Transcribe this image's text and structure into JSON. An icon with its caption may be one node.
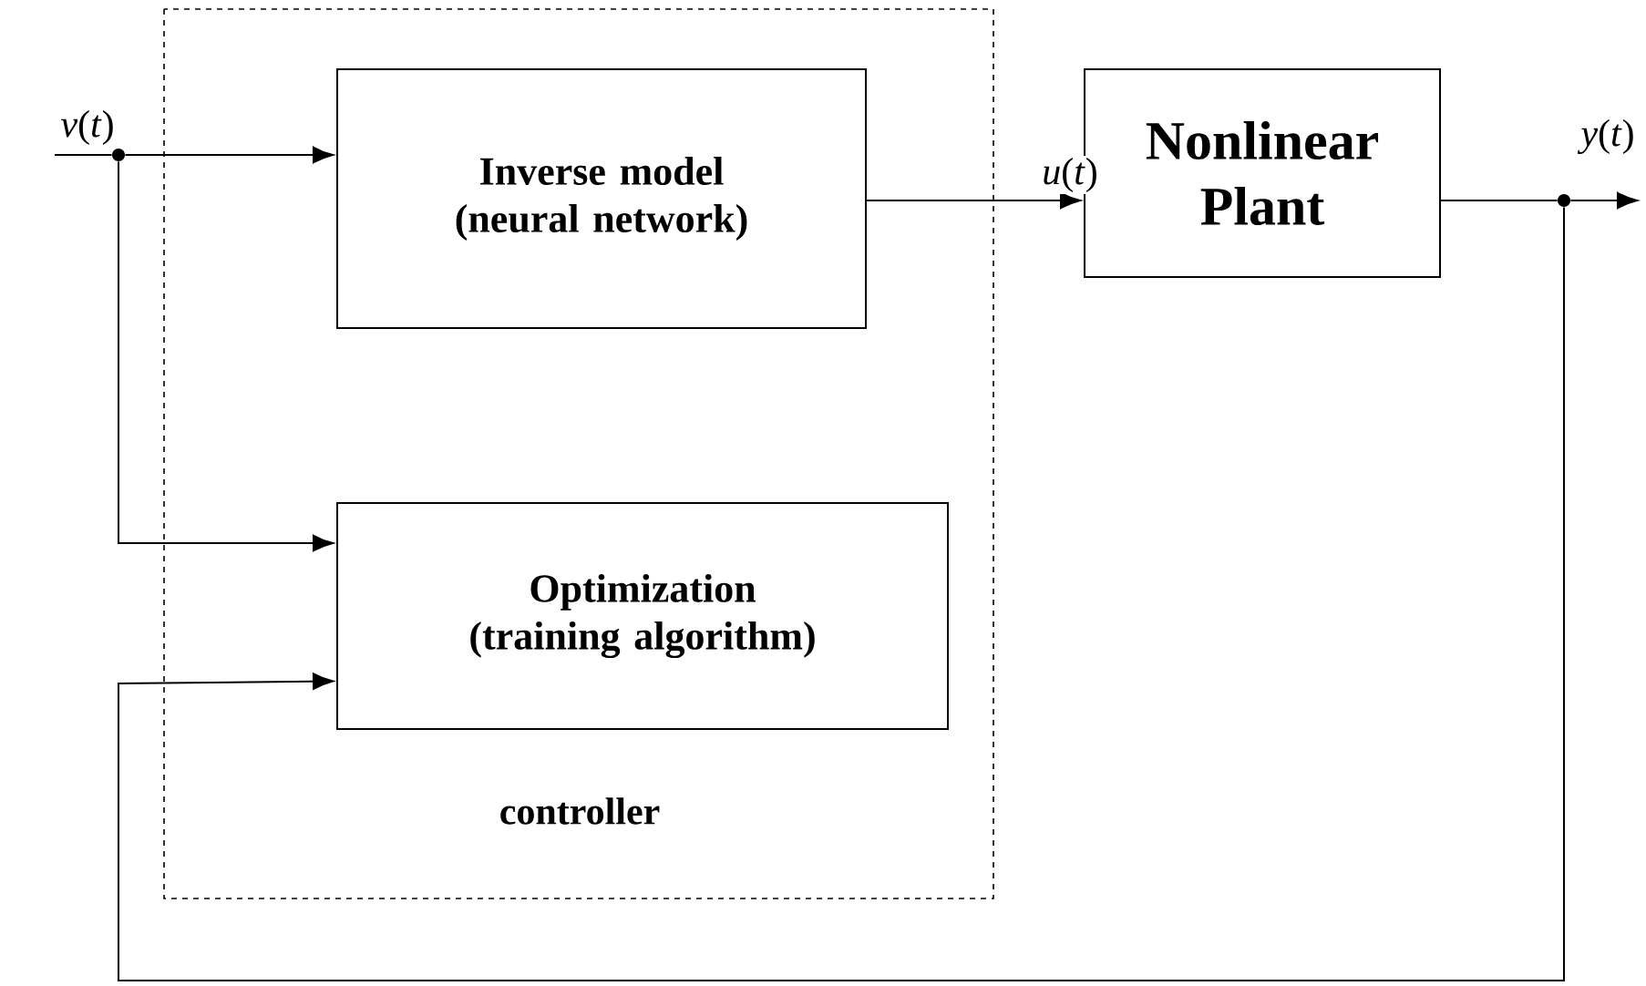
{
  "diagram": {
    "nodes": [
      {
        "text": [
          "controller"
        ]
      },
      {
        "text": [
          "Inverse model",
          "(neural network)"
        ],
        "in": 0
      },
      {
        "text": [
          "Optimization",
          "(training algorithm)"
        ],
        "in": 0
      },
      {
        "text": [
          "Nonlinear Plant"
        ]
      },
      {
        "text": [],
        "shape": "circle"
      },
      {
        "text": [],
        "shape": "circle"
      }
    ],
    "edges": [
      {
        "from": null,
        "to": 4,
        "arrow": "none",
        "label": "*v*(*t*)"
      },
      {
        "from": 4,
        "to": 1,
        "arrow": "to"
      },
      {
        "from": 4,
        "to": 2,
        "arrow": "to"
      },
      {
        "from": 1,
        "to": 3,
        "arrow": "to",
        "label": "*u*(*t*)"
      },
      {
        "from": 3,
        "to": 5,
        "arrow": "none"
      },
      {
        "from": 5,
        "to": null,
        "arrow": "to",
        "label": "*y*(*t*)"
      },
      {
        "from": 5,
        "to": 2,
        "arrow": "to"
      }
    ]
  }
}
